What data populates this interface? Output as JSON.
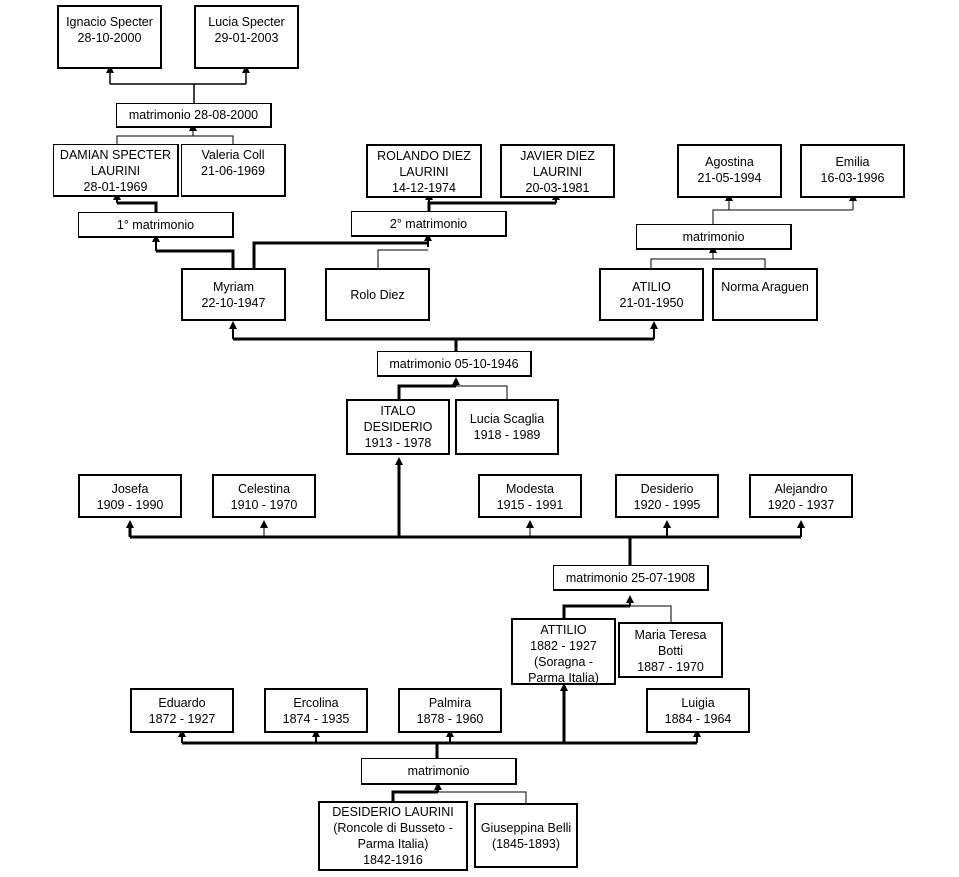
{
  "title": "Árbol genealógico Laurini",
  "persons": {
    "ignacio": {
      "name": "Ignacio Specter",
      "dates": "28-10-2000"
    },
    "lucia_s": {
      "name": "Lucia Specter",
      "dates": "29-01-2003"
    },
    "damian": {
      "name": "DAMIAN SPECTER",
      "name2": "LAURINI",
      "dates": "28-01-1969"
    },
    "valeria": {
      "name": "Valeria Coll",
      "dates": "21-06-1969"
    },
    "rolando": {
      "name": "ROLANDO DIEZ",
      "name2": "LAURINI",
      "dates": "14-12-1974"
    },
    "javier": {
      "name": "JAVIER DIEZ",
      "name2": "LAURINI",
      "dates": "20-03-1981"
    },
    "agostina": {
      "name": "Agostina",
      "dates": "21-05-1994"
    },
    "emilia": {
      "name": "Emilia",
      "dates": "16-03-1996"
    },
    "myriam": {
      "name": "Myriam",
      "dates": "22-10-1947"
    },
    "rolo": {
      "name": "Rolo Diez"
    },
    "atilio": {
      "name": "ATILIO",
      "dates": "21-01-1950"
    },
    "norma": {
      "name": "Norma Araguen"
    },
    "italo": {
      "name": "ITALO",
      "name2": "DESIDERIO",
      "dates": "1913 - 1978"
    },
    "lucia_sc": {
      "name": "Lucia Scaglia",
      "dates": "1918 - 1989"
    },
    "josefa": {
      "name": "Josefa",
      "dates": "1909 - 1990"
    },
    "celestina": {
      "name": "Celestina",
      "dates": "1910 - 1970"
    },
    "modesta": {
      "name": "Modesta",
      "dates": "1915 - 1991"
    },
    "desiderio_j": {
      "name": "Desiderio",
      "dates": "1920 - 1995"
    },
    "alejandro": {
      "name": "Alejandro",
      "dates": "1920 - 1937"
    },
    "attilio": {
      "name": "ATTILIO",
      "dates": "1882 - 1927",
      "place1": "(Soragna -",
      "place2": "Parma Italia)"
    },
    "maria_teresa": {
      "name": "Maria Teresa",
      "name2": "Botti",
      "dates": "1887 - 1970"
    },
    "eduardo": {
      "name": "Eduardo",
      "dates": "1872 - 1927"
    },
    "ercolina": {
      "name": "Ercolina",
      "dates": "1874 - 1935"
    },
    "palmira": {
      "name": "Palmira",
      "dates": "1878 - 1960"
    },
    "luigia": {
      "name": "Luigia",
      "dates": "1884 - 1964"
    },
    "desiderio_l": {
      "name": "DESIDERIO LAURINI",
      "place1": "(Roncole di Busseto -",
      "place2": "Parma Italia)",
      "dates": "1842-1916"
    },
    "giuseppina": {
      "name": "Giuseppina Belli",
      "dates": "(1845-1893)"
    }
  },
  "marriages": {
    "m_damian": "matrimonio 28-08-2000",
    "m_first": "1° matrimonio",
    "m_second": "2° matrimonio",
    "m_atilio": "matrimonio",
    "m_italo": "matrimonio 05-10-1946",
    "m_attilio": "matrimonio 25-07-1908",
    "m_desiderio": "matrimonio"
  },
  "colors": {
    "line": "#000000",
    "box_border": "#000000",
    "background": "#ffffff"
  }
}
